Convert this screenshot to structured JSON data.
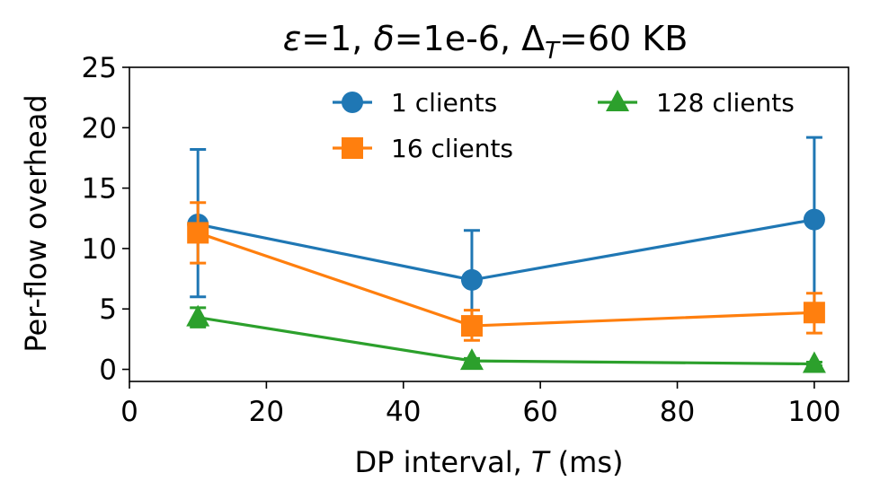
{
  "chart_data": {
    "type": "line",
    "title": "ε=1, δ=1e-6, Δ_T=60 KB",
    "title_parts": {
      "eps": "ε",
      "eq1": "=1, ",
      "delta": "δ",
      "eq2": "=1e-6, ",
      "Delta": "Δ",
      "sub": "T",
      "eq3": "=60 KB"
    },
    "xlabel": "DP interval, T (ms)",
    "xlabel_parts": {
      "pre": "DP interval, ",
      "var": "T",
      "post": " (ms)"
    },
    "ylabel": "Per-flow overhead",
    "xlim": [
      0,
      105
    ],
    "ylim": [
      -1,
      25
    ],
    "xticks": [
      0,
      20,
      40,
      60,
      80,
      100
    ],
    "yticks": [
      0,
      5,
      10,
      15,
      20,
      25
    ],
    "grid": false,
    "legend": {
      "placement": "top-right",
      "columns": 2
    },
    "x": [
      10,
      50,
      100
    ],
    "series": [
      {
        "name": "1 clients",
        "color": "#1f77b4",
        "marker": "circle",
        "values": [
          12.0,
          7.4,
          12.4
        ],
        "err_low": [
          6.0,
          3.4,
          5.4
        ],
        "err_high": [
          18.2,
          11.5,
          19.2
        ]
      },
      {
        "name": "16 clients",
        "color": "#ff7f0e",
        "marker": "square",
        "values": [
          11.3,
          3.6,
          4.7
        ],
        "err_low": [
          8.8,
          2.4,
          3.0
        ],
        "err_high": [
          13.8,
          4.9,
          6.3
        ]
      },
      {
        "name": "128 clients",
        "color": "#2ca02c",
        "marker": "triangle",
        "values": [
          4.3,
          0.7,
          0.45
        ],
        "err_low": [
          3.5,
          0.5,
          0.3
        ],
        "err_high": [
          5.1,
          0.9,
          0.6
        ]
      }
    ]
  }
}
